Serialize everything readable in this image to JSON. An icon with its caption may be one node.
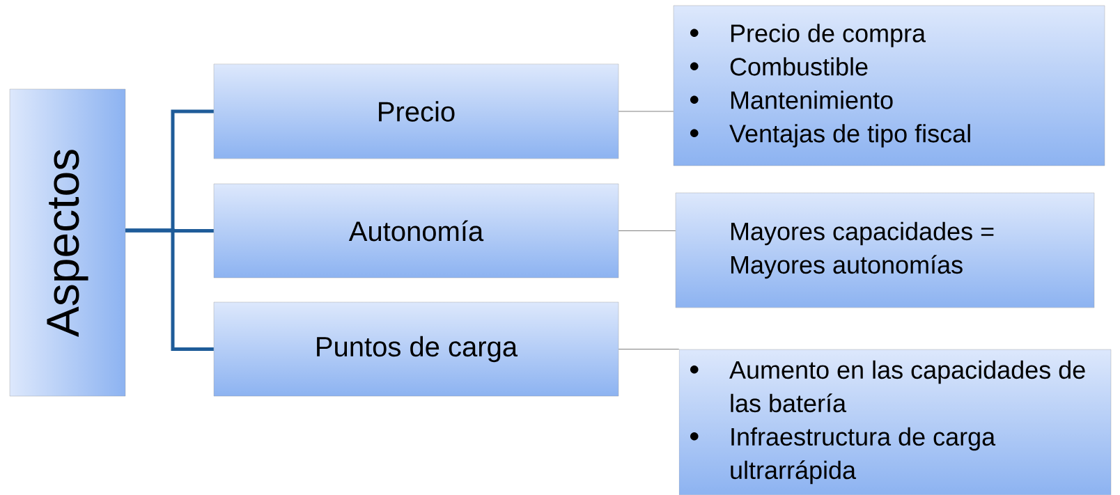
{
  "diagram": {
    "nodes": [
      {
        "text": [
          "Aspectos"
        ]
      },
      {
        "text": [
          "Precio"
        ]
      },
      {
        "text": [
          "Autonomía"
        ]
      },
      {
        "text": [
          "Puntos de carga"
        ]
      },
      {
        "text": [
          "Precio de compra",
          "Combustible",
          "Mantenimiento",
          "Ventajas de tipo fiscal"
        ]
      },
      {
        "text": [
          "Mayores capacidades = Mayores autonomías"
        ]
      },
      {
        "text": [
          "Aumento en las capacidades de las batería",
          "Infraestructura de carga ultrarrápida"
        ]
      }
    ],
    "edges": [
      {
        "from": 0,
        "to": 1,
        "arrow": "none",
        "style": "thick",
        "color": "#1f5c99"
      },
      {
        "from": 0,
        "to": 2,
        "arrow": "none",
        "style": "thick",
        "color": "#1f5c99"
      },
      {
        "from": 0,
        "to": 3,
        "arrow": "none",
        "style": "thick",
        "color": "#1f5c99"
      },
      {
        "from": 1,
        "to": 4,
        "arrow": "none",
        "color": "#808080"
      },
      {
        "from": 2,
        "to": 5,
        "arrow": "none",
        "color": "#808080"
      },
      {
        "from": 3,
        "to": 6,
        "arrow": "none",
        "color": "#808080"
      }
    ]
  }
}
